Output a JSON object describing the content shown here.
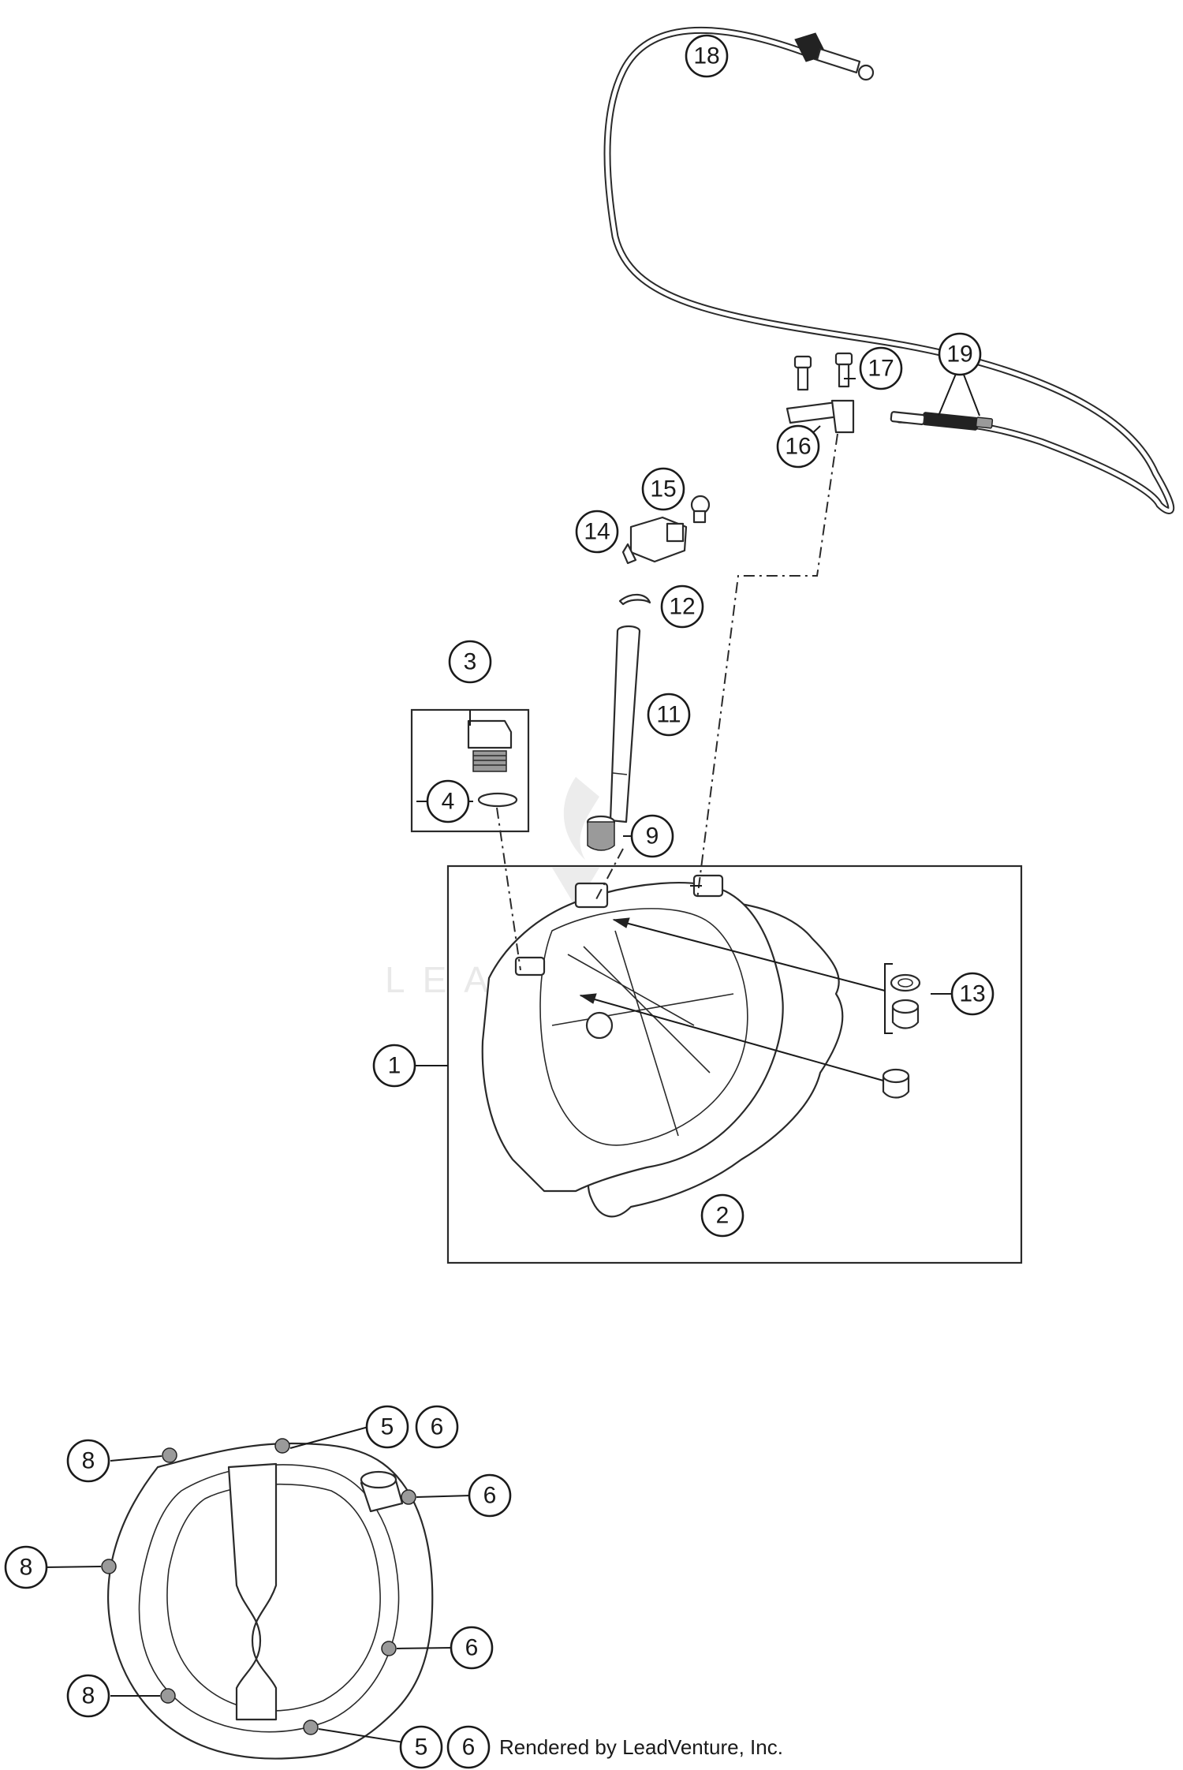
{
  "watermark": {
    "text": "LEADVENTURE"
  },
  "credit": {
    "text": "Rendered by LeadVenture, Inc."
  },
  "callouts": {
    "c1": "1",
    "c2": "2",
    "c3": "3",
    "c4": "4",
    "c5a": "5",
    "c6a": "6",
    "c6b": "6",
    "c6c": "6",
    "c5b": "5",
    "c6d": "6",
    "c8a": "8",
    "c8b": "8",
    "c8c": "8",
    "c9": "9",
    "c11": "11",
    "c12": "12",
    "c13": "13",
    "c14": "14",
    "c15": "15",
    "c16": "16",
    "c17": "17",
    "c18": "18",
    "c19": "19"
  }
}
